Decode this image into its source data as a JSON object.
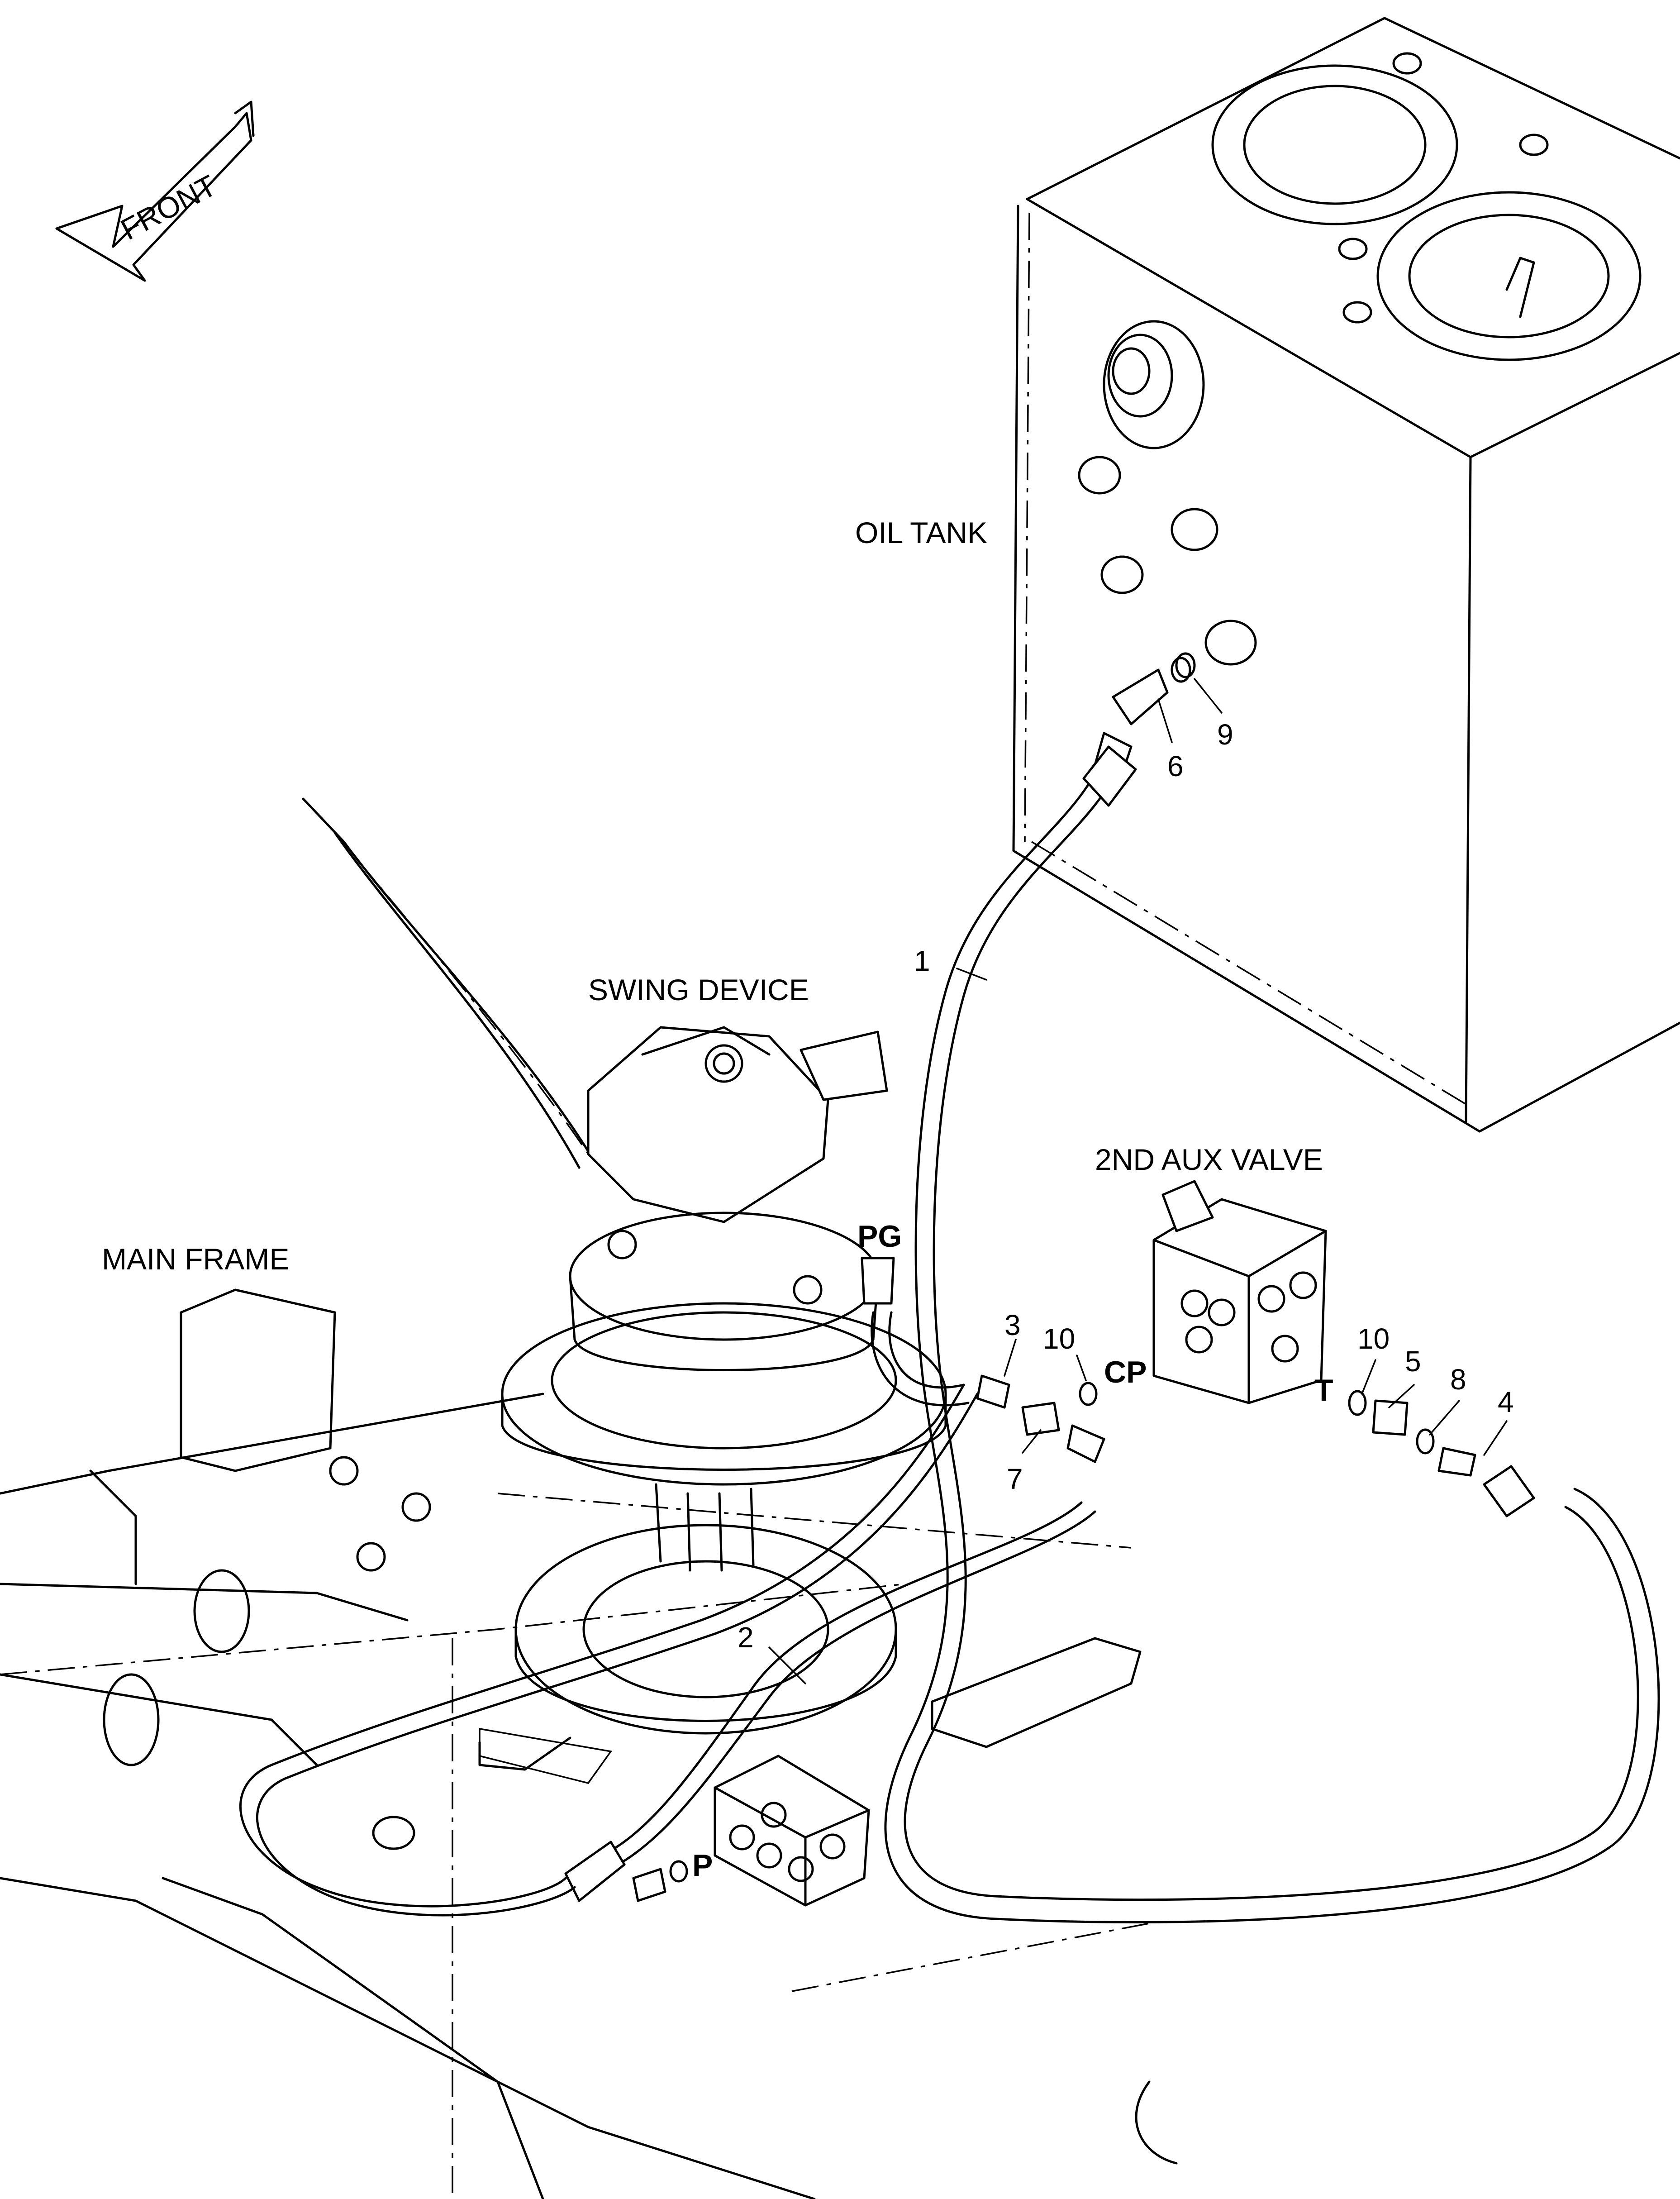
{
  "labels": {
    "front": "FRONT",
    "oil_tank": "OIL TANK",
    "swing_device": "SWING DEVICE",
    "aux_valve": "2ND AUX VALVE",
    "main_frame": "MAIN FRAME"
  },
  "ports": {
    "pg": "PG",
    "cp": "CP",
    "t": "T",
    "p": "P"
  },
  "callouts": {
    "c1": "1",
    "c2": "2",
    "c3": "3",
    "c4": "4",
    "c5": "5",
    "c6": "6",
    "c7": "7",
    "c8": "8",
    "c9": "9",
    "c10a": "10",
    "c10b": "10"
  }
}
